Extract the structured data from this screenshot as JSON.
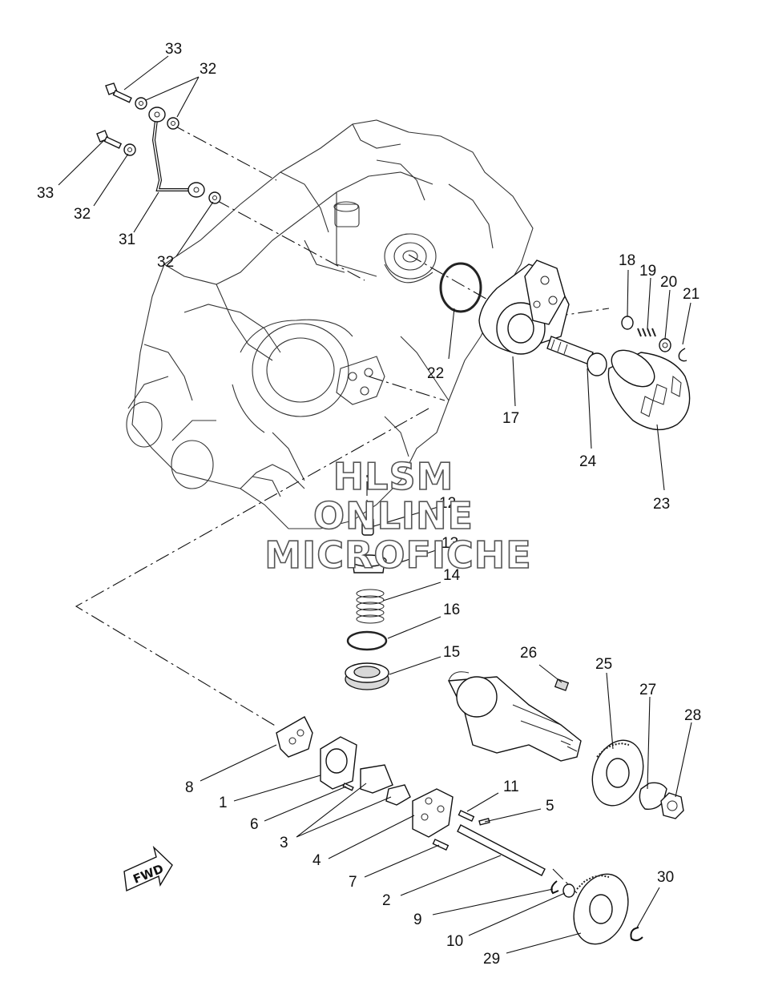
{
  "diagram": {
    "labels": [
      {
        "id": "p1",
        "text": "1"
      },
      {
        "id": "p2",
        "text": "2"
      },
      {
        "id": "p3",
        "text": "3"
      },
      {
        "id": "p4",
        "text": "4"
      },
      {
        "id": "p5",
        "text": "5"
      },
      {
        "id": "p6",
        "text": "6"
      },
      {
        "id": "p7",
        "text": "7"
      },
      {
        "id": "p8",
        "text": "8"
      },
      {
        "id": "p9",
        "text": "9"
      },
      {
        "id": "p10",
        "text": "10"
      },
      {
        "id": "p11",
        "text": "11"
      },
      {
        "id": "p12",
        "text": "12"
      },
      {
        "id": "p13",
        "text": "13"
      },
      {
        "id": "p14",
        "text": "14"
      },
      {
        "id": "p15",
        "text": "15"
      },
      {
        "id": "p16",
        "text": "16"
      },
      {
        "id": "p17",
        "text": "17"
      },
      {
        "id": "p18",
        "text": "18"
      },
      {
        "id": "p19",
        "text": "19"
      },
      {
        "id": "p20",
        "text": "20"
      },
      {
        "id": "p21",
        "text": "21"
      },
      {
        "id": "p22",
        "text": "22"
      },
      {
        "id": "p23",
        "text": "23"
      },
      {
        "id": "p24",
        "text": "24"
      },
      {
        "id": "p25",
        "text": "25"
      },
      {
        "id": "p26",
        "text": "26"
      },
      {
        "id": "p27",
        "text": "27"
      },
      {
        "id": "p28",
        "text": "28"
      },
      {
        "id": "p29",
        "text": "29"
      },
      {
        "id": "p30",
        "text": "30"
      },
      {
        "id": "p31",
        "text": "31"
      },
      {
        "id": "p32a",
        "text": "32"
      },
      {
        "id": "p32b",
        "text": "32"
      },
      {
        "id": "p32c",
        "text": "32"
      },
      {
        "id": "p33a",
        "text": "33"
      },
      {
        "id": "p33b",
        "text": "33"
      }
    ],
    "fwd_label": "FWD",
    "watermark": [
      "HLSM",
      "ONLINE",
      "MICROFICHE"
    ]
  }
}
